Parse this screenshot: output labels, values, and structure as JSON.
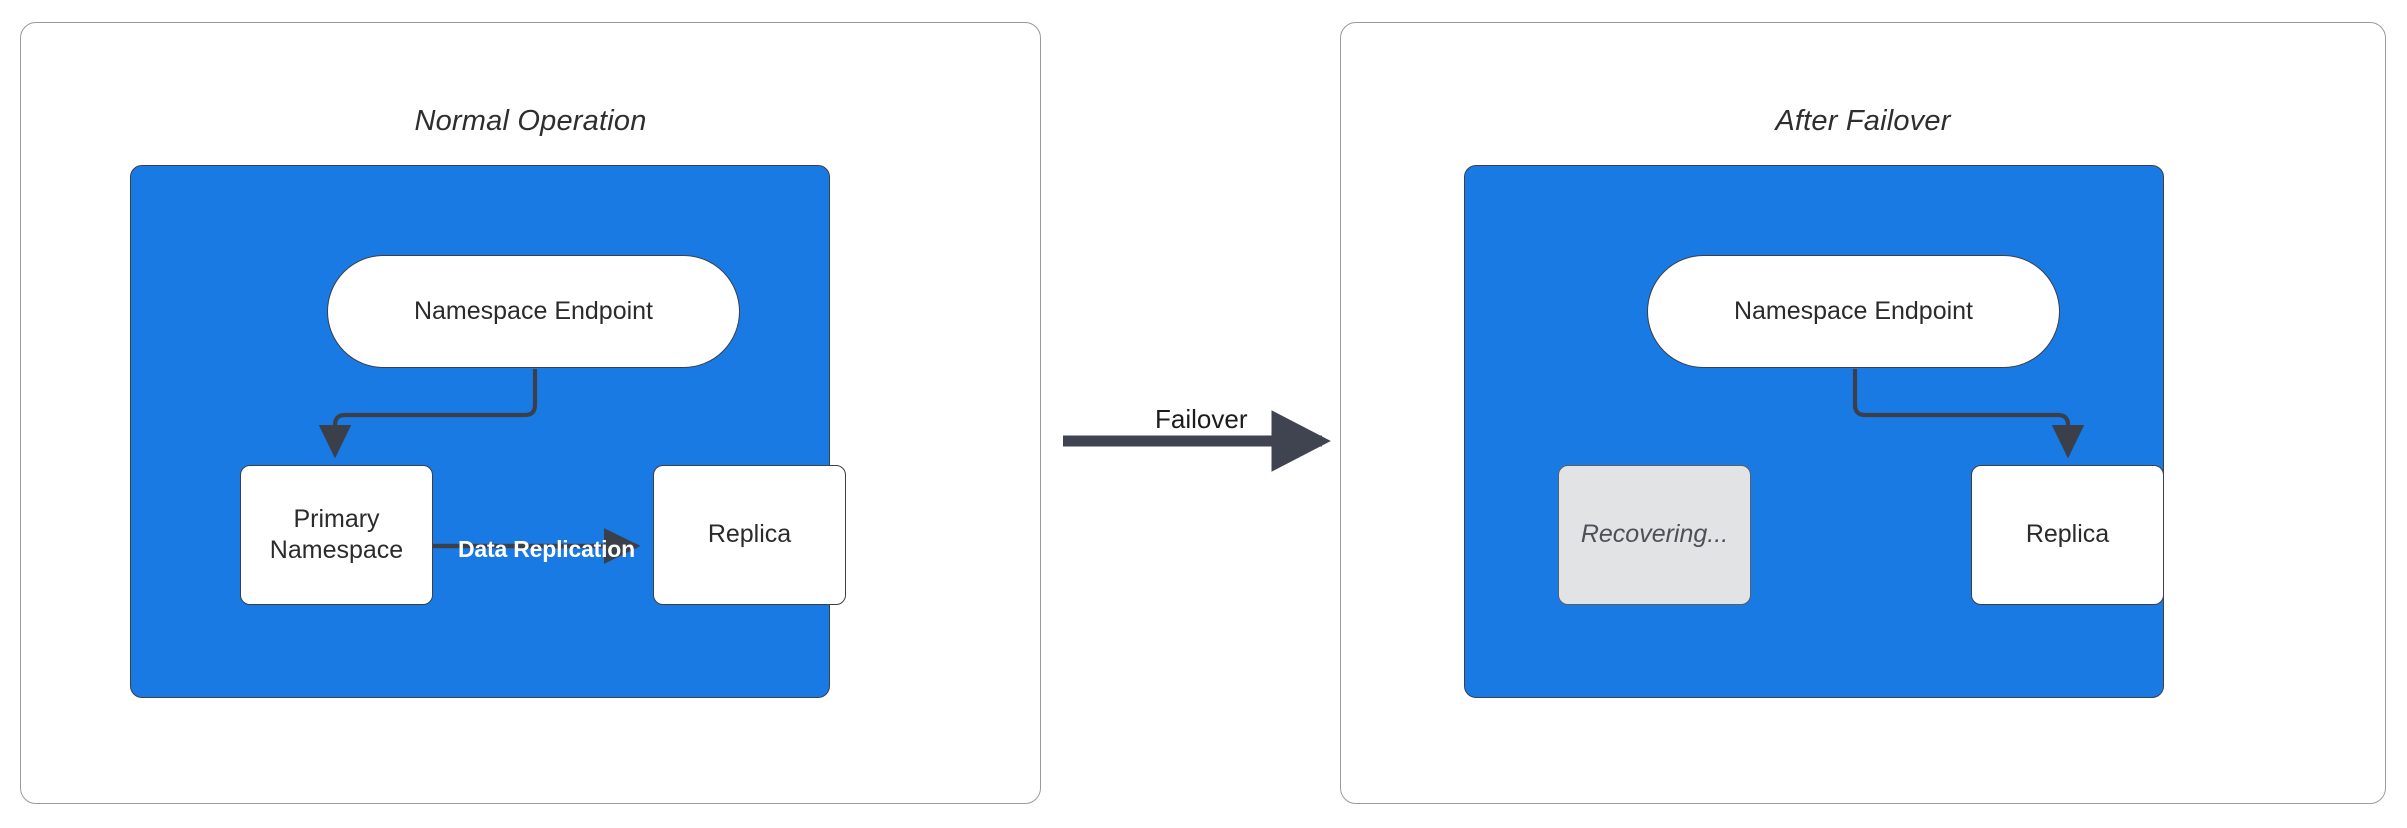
{
  "diagram": {
    "title_not_shown": "",
    "colors": {
      "blue_region": "#1a7ae4",
      "node_fill": "#ffffff",
      "recovering_fill": "#e2e3e5",
      "stroke": "#3a3f4a",
      "panel_border": "#9a9a9a",
      "replication_label": "#ffffff"
    },
    "panels": [
      {
        "id": "normal-operation",
        "title": "Normal Operation",
        "nodes": [
          {
            "id": "endpoint-left",
            "label": "Namespace Endpoint",
            "shape": "pill",
            "state": "active"
          },
          {
            "id": "primary",
            "label": "Primary\nNamespace",
            "line1": "Primary",
            "line2": "Namespace",
            "shape": "rect",
            "state": "active"
          },
          {
            "id": "replica-left",
            "label": "Replica",
            "shape": "rect",
            "state": "active"
          }
        ],
        "edges": [
          {
            "id": "endpoint-to-primary",
            "from": "endpoint-left",
            "to": "primary",
            "label": ""
          },
          {
            "id": "primary-to-replica",
            "from": "primary",
            "to": "replica-left",
            "label": "Data Replication"
          }
        ]
      },
      {
        "id": "after-failover",
        "title": "After Failover",
        "nodes": [
          {
            "id": "endpoint-right",
            "label": "Namespace Endpoint",
            "shape": "pill",
            "state": "active"
          },
          {
            "id": "recovering",
            "label": "Recovering...",
            "shape": "rect",
            "state": "recovering"
          },
          {
            "id": "replica-right",
            "label": "Replica",
            "shape": "rect",
            "state": "active"
          }
        ],
        "edges": [
          {
            "id": "endpoint-to-replica",
            "from": "endpoint-right",
            "to": "replica-right",
            "label": ""
          }
        ]
      }
    ],
    "transition": {
      "id": "failover-transition",
      "label": "Failover",
      "from_panel": "normal-operation",
      "to_panel": "after-failover"
    }
  }
}
